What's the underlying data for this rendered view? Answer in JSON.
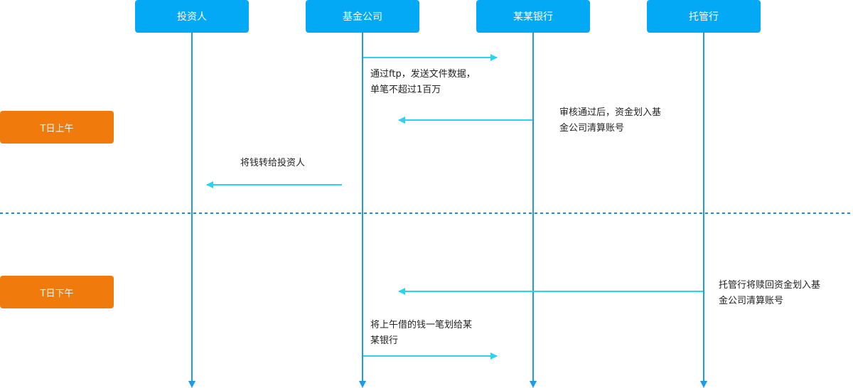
{
  "colors": {
    "actor_bg": "#03a9f4",
    "phase_bg": "#f07a0c",
    "arrow": "#2ad4f0",
    "lifeline": "#1e9be6",
    "divider": "#1e88e5"
  },
  "actors": [
    "投资人",
    "基金公司",
    "某某银行",
    "托管行"
  ],
  "phases": [
    "T日上午",
    "T日下午"
  ],
  "messages": [
    {
      "from": "基金公司",
      "to": "某某银行",
      "lines": [
        "通过ftp，发送文件数据，",
        "单笔不超过1百万"
      ]
    },
    {
      "from": "某某银行",
      "to": "基金公司",
      "lines": [
        "审核通过后，资金划入基",
        "金公司清算账号"
      ]
    },
    {
      "from": "基金公司",
      "to": "投资人",
      "lines": [
        "将钱转给投资人"
      ]
    },
    {
      "from": "托管行",
      "to": "基金公司",
      "lines": [
        "托管行将赎回资金划入基",
        "金公司清算账号"
      ]
    },
    {
      "from": "基金公司",
      "to": "某某银行",
      "lines": [
        "将上午借的钱一笔划给某",
        "某银行"
      ]
    }
  ]
}
